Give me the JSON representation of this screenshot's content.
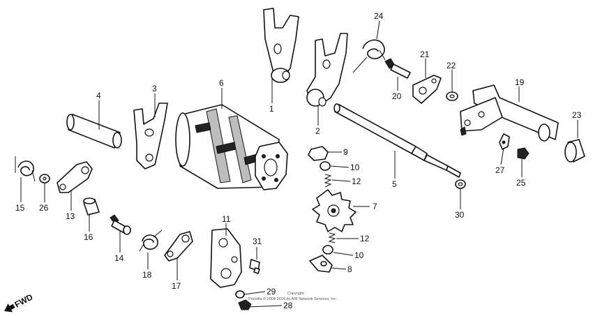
{
  "copyright": {
    "line1": "Copyright",
    "line2": "Partzilla © 2004-2014 by ARI Network Services, Inc."
  },
  "direction_label": "FWD",
  "callouts": {
    "p1": "1",
    "p2": "2",
    "p3": "3",
    "p4": "4",
    "p5": "5",
    "p6": "6",
    "p7": "7",
    "p8": "8",
    "p9": "9",
    "p10a": "10",
    "p10b": "10",
    "p11": "11",
    "p12a": "12",
    "p12b": "12",
    "p13": "13",
    "p14": "14",
    "p15": "15",
    "p16": "16",
    "p17": "17",
    "p18": "18",
    "p19": "19",
    "p20": "20",
    "p21": "21",
    "p22": "22",
    "p23": "23",
    "p24": "24",
    "p25": "25",
    "p26": "26",
    "p27": "27",
    "p28": "28",
    "p29": "29",
    "p30": "30",
    "p31": "31"
  }
}
